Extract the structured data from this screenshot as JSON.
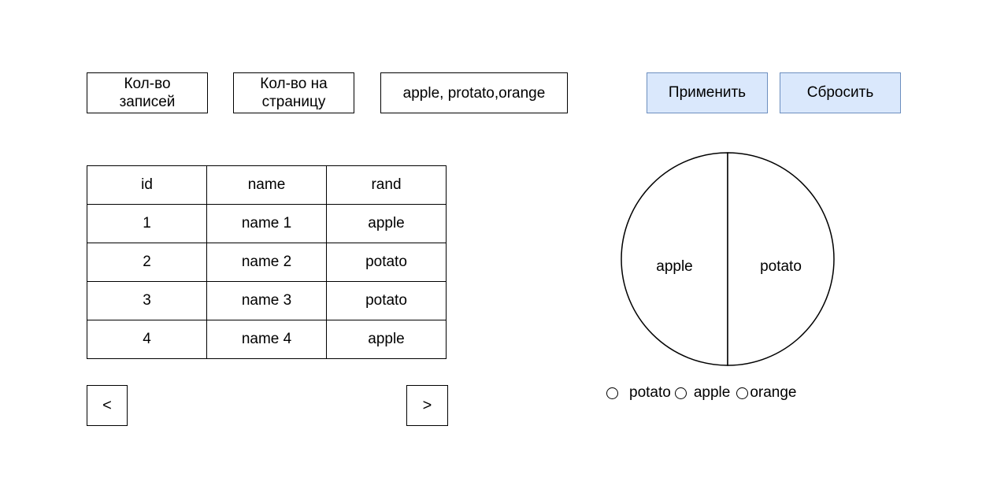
{
  "controls": {
    "records_field": "Кол-во записей",
    "per_page_field": "Кол-во на страницу",
    "filter_field": "apple, protato,orange",
    "apply_label": "Применить",
    "reset_label": "Сбросить"
  },
  "table": {
    "headers": [
      "id",
      "name",
      "rand"
    ],
    "rows": [
      [
        "1",
        "name 1",
        "apple"
      ],
      [
        "2",
        "name 2",
        "potato"
      ],
      [
        "3",
        "name 3",
        "potato"
      ],
      [
        "4",
        "name 4",
        "apple"
      ]
    ]
  },
  "pagination": {
    "prev_label": "<",
    "next_label": ">"
  },
  "chart_data": {
    "type": "pie",
    "categories": [
      "apple",
      "potato"
    ],
    "values": [
      2,
      2
    ],
    "legend": [
      "potato",
      "apple",
      "orange"
    ],
    "legend_placement": "bottom"
  },
  "colors": {
    "button_fill": "#dae8fc",
    "button_border": "#6c8ebf"
  }
}
